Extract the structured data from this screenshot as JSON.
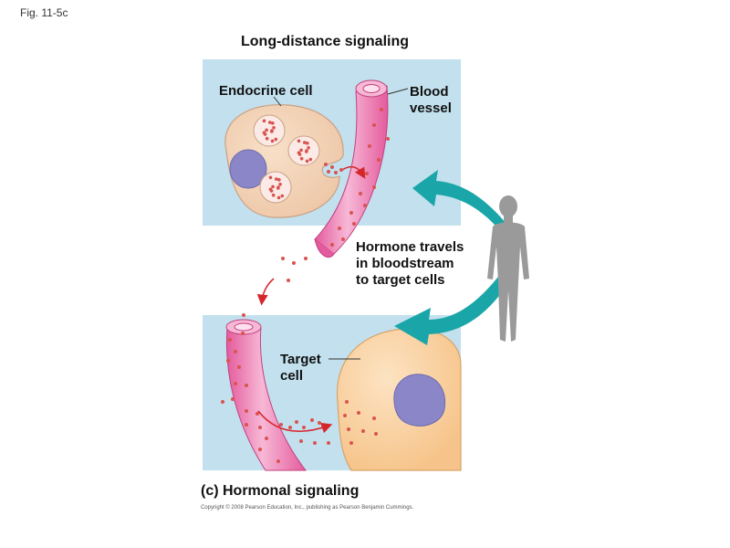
{
  "figure": {
    "fig_label": "Fig. 11-5c",
    "title": "Long-distance signaling",
    "labels": {
      "endocrine_cell": "Endocrine cell",
      "blood_vessel_line1": "Blood",
      "blood_vessel_line2": "vessel",
      "hormone_line1": "Hormone travels",
      "hormone_line2": "in bloodstream",
      "hormone_line3": "to target cells",
      "target_line1": "Target",
      "target_line2": "cell"
    },
    "caption": "(c) Hormonal signaling",
    "copyright": "Copyright © 2008 Pearson Education, Inc., publishing as Pearson Benjamin Cummings."
  },
  "colors": {
    "panel_bg": "#c2e0ee",
    "vessel": "#e96aa6",
    "vessel_light": "#f5b3d2",
    "endocrine_cell": "#f2d2b4",
    "target_cell": "#f8cf9c",
    "nucleus": "#8a86c8",
    "hormone_dot": "#d9534f",
    "arrow_red": "#d6262b",
    "arrow_teal": "#1aa6a8",
    "human": "#9a9a9a"
  }
}
